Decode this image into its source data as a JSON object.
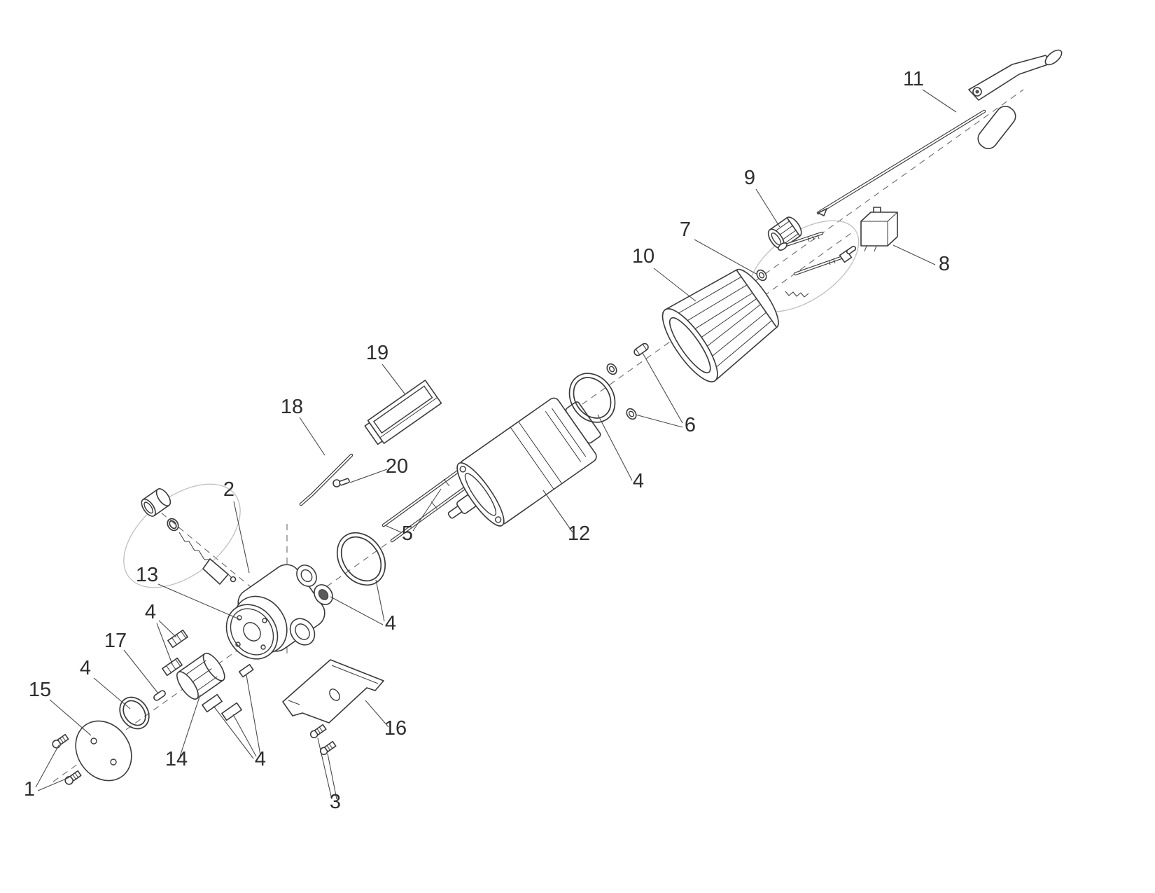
{
  "canvas": {
    "background": "#ffffff",
    "ink_color": "#3a3a3a",
    "label_color": "#2e2e2e",
    "ghost_outline_color": "#bfbfbf",
    "centerline_color": "#6a6a6a"
  },
  "diagram": {
    "type": "exploded-parts-diagram",
    "callouts": [
      {
        "part": "11",
        "label": "11"
      },
      {
        "part": "9",
        "label": "9"
      },
      {
        "part": "7",
        "label": "7"
      },
      {
        "part": "8",
        "label": "8"
      },
      {
        "part": "10",
        "label": "10"
      },
      {
        "part": "6",
        "label": "6"
      },
      {
        "part": "4",
        "label": "4"
      },
      {
        "part": "12",
        "label": "12"
      },
      {
        "part": "5",
        "label": "5"
      },
      {
        "part": "19",
        "label": "19"
      },
      {
        "part": "18",
        "label": "18"
      },
      {
        "part": "20",
        "label": "20"
      },
      {
        "part": "2",
        "label": "2"
      },
      {
        "part": "13",
        "label": "13"
      },
      {
        "part": "4",
        "label": "4"
      },
      {
        "part": "17",
        "label": "17"
      },
      {
        "part": "4",
        "label": "4"
      },
      {
        "part": "15",
        "label": "15"
      },
      {
        "part": "1",
        "label": "1"
      },
      {
        "part": "14",
        "label": "14"
      },
      {
        "part": "4",
        "label": "4"
      },
      {
        "part": "3",
        "label": "3"
      },
      {
        "part": "16",
        "label": "16"
      },
      {
        "part": "4",
        "label": "4"
      }
    ]
  }
}
